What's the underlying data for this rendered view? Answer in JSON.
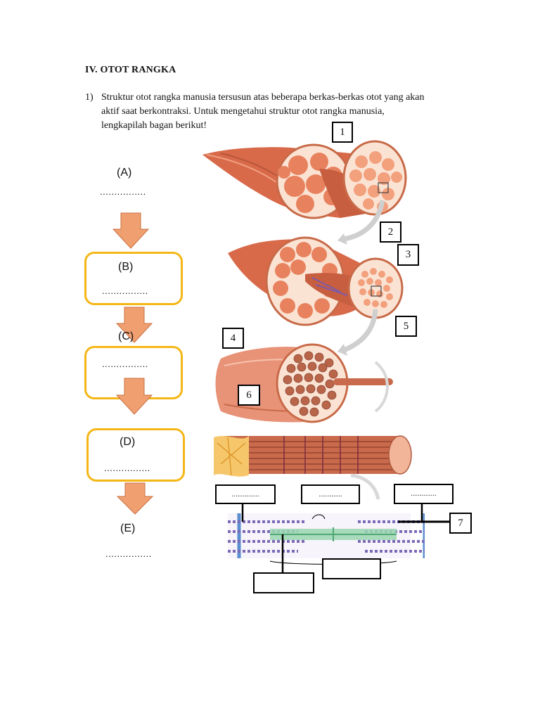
{
  "section_title": "IV. OTOT RANGKA",
  "question": {
    "number": "1)",
    "lines": [
      "Struktur otot rangka manusia tersusun atas beberapa berkas-berkas otot yang akan",
      "aktif saat berkontraksi. Untuk mengetahui struktur otot rangka manusia,",
      "lengkapilah bagan berikut!"
    ]
  },
  "flow": {
    "a": {
      "label": "(A)",
      "blank": "................"
    },
    "b": {
      "label": "(B)",
      "blank": "................"
    },
    "c": {
      "label": "(C)",
      "blank": "................"
    },
    "d": {
      "label": "(D)",
      "blank": "................"
    },
    "e": {
      "label": "(E)",
      "blank": "................"
    }
  },
  "numbers": [
    "1",
    "2",
    "3",
    "4",
    "5",
    "6",
    "7"
  ],
  "sarcomere": {
    "blank_left": ".............",
    "blank_middle": "...........",
    "blank_right": "............"
  },
  "colors": {
    "box_border": "#f5b617",
    "arrow": "#f0a070",
    "muscle": "#e07a5a",
    "fiber": "#f3a07c"
  }
}
